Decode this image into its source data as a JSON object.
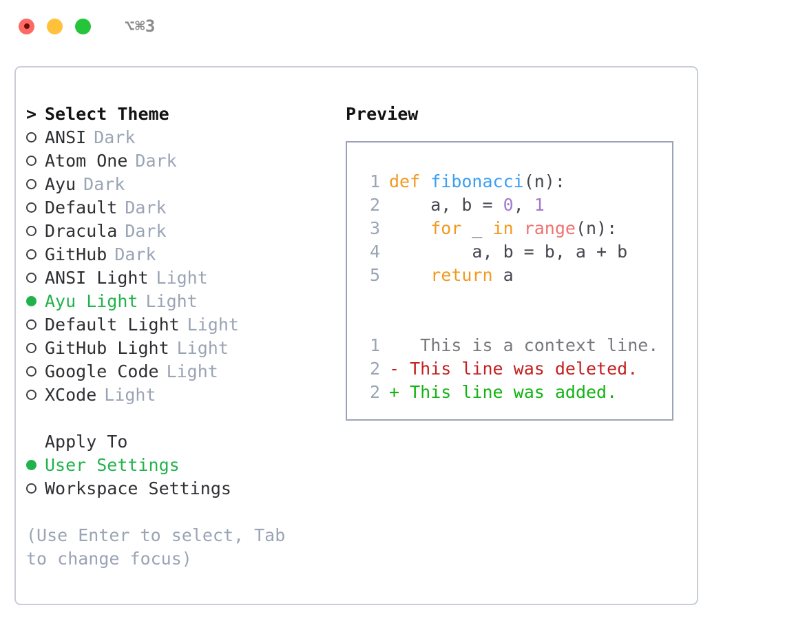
{
  "titlebar": {
    "shortcut": "⌥⌘3",
    "lights": [
      "close",
      "minimize",
      "maximize"
    ]
  },
  "theme_selector": {
    "heading": "Select Theme",
    "heading_prefix": ">",
    "items": [
      {
        "name": "ANSI",
        "badge": "Dark",
        "selected": false
      },
      {
        "name": "Atom One",
        "badge": "Dark",
        "selected": false
      },
      {
        "name": "Ayu",
        "badge": "Dark",
        "selected": false
      },
      {
        "name": "Default",
        "badge": "Dark",
        "selected": false
      },
      {
        "name": "Dracula",
        "badge": "Dark",
        "selected": false
      },
      {
        "name": "GitHub",
        "badge": "Dark",
        "selected": false
      },
      {
        "name": "ANSI Light",
        "badge": "Light",
        "selected": false
      },
      {
        "name": "Ayu Light",
        "badge": "Light",
        "selected": true
      },
      {
        "name": "Default Light",
        "badge": "Light",
        "selected": false
      },
      {
        "name": "GitHub Light",
        "badge": "Light",
        "selected": false
      },
      {
        "name": "Google Code",
        "badge": "Light",
        "selected": false
      },
      {
        "name": "XCode",
        "badge": "Light",
        "selected": false
      }
    ]
  },
  "apply_to": {
    "heading": "Apply To",
    "items": [
      {
        "name": "User Settings",
        "selected": true
      },
      {
        "name": "Workspace Settings",
        "selected": false
      }
    ]
  },
  "hint": "(Use Enter to select, Tab to change focus)",
  "preview": {
    "title": "Preview",
    "code_lines": [
      {
        "number": "1",
        "tokens": [
          {
            "text": "def ",
            "type": "kw"
          },
          {
            "text": "fibonacci",
            "type": "fn"
          },
          {
            "text": "(n):",
            "type": "pl"
          }
        ]
      },
      {
        "number": "2",
        "tokens": [
          {
            "text": "    a, b = ",
            "type": "pl"
          },
          {
            "text": "0",
            "type": "num"
          },
          {
            "text": ", ",
            "type": "pl"
          },
          {
            "text": "1",
            "type": "num"
          }
        ]
      },
      {
        "number": "3",
        "tokens": [
          {
            "text": "    ",
            "type": "pl"
          },
          {
            "text": "for",
            "type": "kw"
          },
          {
            "text": " _ ",
            "type": "pl"
          },
          {
            "text": "in",
            "type": "kw"
          },
          {
            "text": " ",
            "type": "pl"
          },
          {
            "text": "range",
            "type": "bi"
          },
          {
            "text": "(n):",
            "type": "pl"
          }
        ]
      },
      {
        "number": "4",
        "tokens": [
          {
            "text": "        a, b = b, a + b",
            "type": "pl"
          }
        ]
      },
      {
        "number": "5",
        "tokens": [
          {
            "text": "    ",
            "type": "pl"
          },
          {
            "text": "return",
            "type": "kw"
          },
          {
            "text": " a",
            "type": "pl"
          }
        ]
      }
    ],
    "diff_lines": [
      {
        "number": "1",
        "marker": " ",
        "text": "  This is a context line.",
        "type": "ctx"
      },
      {
        "number": "2",
        "marker": "-",
        "text": "This line was deleted.",
        "type": "del"
      },
      {
        "number": "2",
        "marker": "+",
        "text": "This line was added.",
        "type": "add"
      }
    ]
  },
  "colors": {
    "accent_green": "#22b24c",
    "badge_gray": "#9aa4b5",
    "keyword_orange": "#f2991f",
    "function_blue": "#3a9ff5",
    "number_purple": "#a37acc",
    "builtin_red": "#f07171",
    "diff_delete": "#c42121",
    "diff_add": "#13b313",
    "light_red": "#fc6a63",
    "light_yellow": "#ffc13a",
    "light_green": "#24c53b"
  }
}
